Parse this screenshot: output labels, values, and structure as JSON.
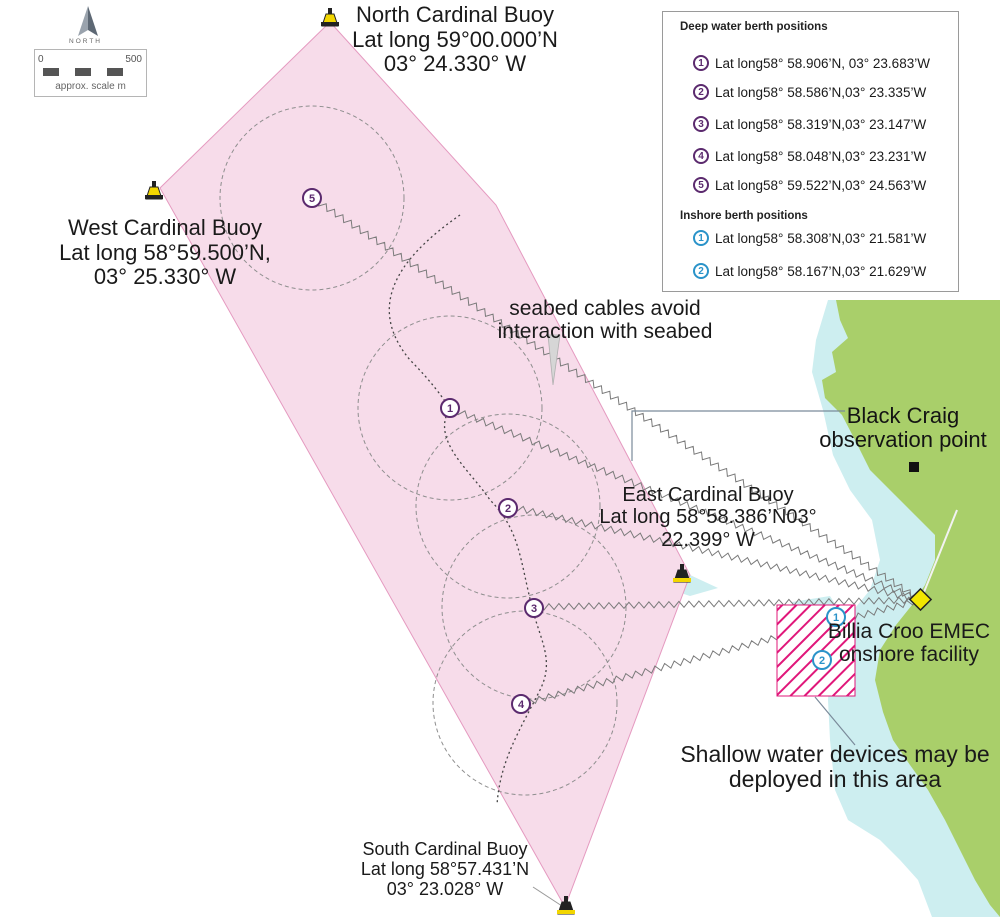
{
  "map": {
    "north_label": "NORTH",
    "scale": {
      "min": "0",
      "max": "500",
      "caption": "approx. scale m"
    },
    "buoys": {
      "north": {
        "name": "North Cardinal Buoy",
        "line1": "Lat long 59°00.000’N",
        "line2": "03° 24.330° W"
      },
      "west": {
        "name": "West Cardinal Buoy",
        "line1": "Lat long 58°59.500’N,",
        "line2": "03° 25.330° W"
      },
      "east": {
        "name": "East Cardinal Buoy",
        "line1": "Lat long 58°58.386’N03°",
        "line2": "22.399° W"
      },
      "south": {
        "name": "South Cardinal Buoy",
        "line1": "Lat long 58°57.431’N",
        "line2": "03° 23.028° W"
      }
    },
    "annotations": {
      "cables": {
        "line1": "seabed cables avoid",
        "line2": "interaction with seabed"
      },
      "black_craig": {
        "line1": "Black Craig",
        "line2": "observation point"
      },
      "onshore": {
        "line1": "Billia Croo EMEC",
        "line2": "onshore facility"
      },
      "shallow": {
        "line1": "Shallow water devices may be",
        "line2": "deployed in this area"
      }
    },
    "berth_markers": {
      "deep": [
        "1",
        "2",
        "3",
        "4",
        "5"
      ],
      "inshore": [
        "1",
        "2"
      ]
    },
    "colors": {
      "test_area": "#f7dcea",
      "test_area_edge": "#e59ac0",
      "land": "#a9cf6a",
      "shallow_water": "#cdeef0",
      "shallow_hatch": "#e0177a",
      "deep_marker": "#5b2a6e",
      "inshore_marker": "#2a93c9",
      "onshore_marker": "#f2e600"
    }
  },
  "legend": {
    "deep_title": "Deep water berth positions",
    "deep": [
      {
        "num": "1",
        "text": "Lat long58° 58.906’N, 03° 23.683’W"
      },
      {
        "num": "2",
        "text": "Lat long58° 58.586’N,03° 23.335’W"
      },
      {
        "num": "3",
        "text": "Lat long58° 58.319’N,03° 23.147’W"
      },
      {
        "num": "4",
        "text": "Lat long58° 58.048’N,03° 23.231’W"
      },
      {
        "num": "5",
        "text": "Lat long58° 59.522’N,03° 24.563’W"
      }
    ],
    "inshore_title": "Inshore berth positions",
    "inshore": [
      {
        "num": "1",
        "text": "Lat long58° 58.308’N,03° 21.581’W"
      },
      {
        "num": "2",
        "text": "Lat long58° 58.167’N,03° 21.629’W"
      }
    ]
  }
}
